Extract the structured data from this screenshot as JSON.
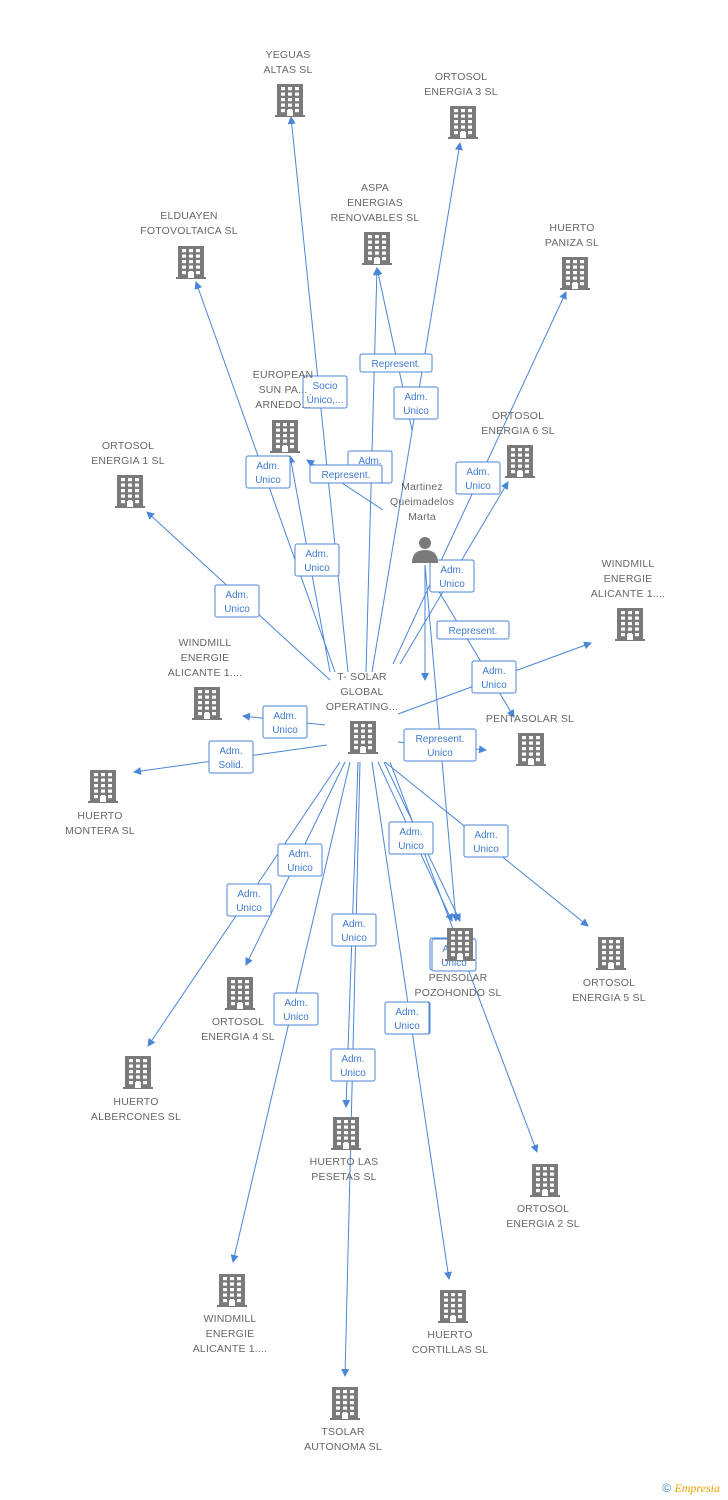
{
  "nodes": [
    {
      "id": "yeguas",
      "type": "company",
      "label": [
        "YEGUAS",
        "ALTAS SL"
      ]
    },
    {
      "id": "ortosol3",
      "type": "company",
      "label": [
        "ORTOSOL",
        "ENERGIA 3 SL"
      ]
    },
    {
      "id": "aspa",
      "type": "company",
      "label": [
        "ASPA",
        "ENERGIAS",
        "RENOVABLES SL"
      ]
    },
    {
      "id": "elduayen",
      "type": "company",
      "label": [
        "ELDUAYEN",
        "FOTOVOLTAICA SL"
      ]
    },
    {
      "id": "huerto_paniza",
      "type": "company",
      "label": [
        "HUERTO",
        "PANIZA SL"
      ]
    },
    {
      "id": "european",
      "type": "company",
      "label": [
        "EUROPEAN",
        "SUN PA...",
        "ARNEDO..."
      ]
    },
    {
      "id": "ortosol6",
      "type": "company",
      "label": [
        "ORTOSOL",
        "ENERGIA 6 SL"
      ]
    },
    {
      "id": "ortosol1",
      "type": "company",
      "label": [
        "ORTOSOL",
        "ENERGIA 1 SL"
      ]
    },
    {
      "id": "martinez",
      "type": "person",
      "label": [
        "Martinez",
        "Queimadelos",
        "Marta"
      ]
    },
    {
      "id": "windmill_r",
      "type": "company",
      "label": [
        "WINDMILL",
        "ENERGIE",
        "ALICANTE 1...."
      ]
    },
    {
      "id": "windmill_l",
      "type": "company",
      "label": [
        "WINDMILL",
        "ENERGIE",
        "ALICANTE 1...."
      ]
    },
    {
      "id": "tsolar",
      "type": "company",
      "label": [
        "T- SOLAR",
        "GLOBAL",
        "OPERATING..."
      ]
    },
    {
      "id": "pentasolar",
      "type": "company",
      "label": [
        "PENTASOLAR SL"
      ]
    },
    {
      "id": "huerto_montera",
      "type": "company",
      "label": [
        "HUERTO",
        "MONTERA SL"
      ]
    },
    {
      "id": "ortosol5",
      "type": "company",
      "label": [
        "ORTOSOL",
        "ENERGIA 5 SL"
      ]
    },
    {
      "id": "pensolar",
      "type": "company",
      "label": [
        "PENSOLAR",
        "POZOHONDO SL"
      ]
    },
    {
      "id": "ortosol4",
      "type": "company",
      "label": [
        "ORTOSOL",
        "ENERGIA 4 SL"
      ]
    },
    {
      "id": "huerto_albercones",
      "type": "company",
      "label": [
        "HUERTO",
        "ALBERCONES SL"
      ]
    },
    {
      "id": "huerto_pesetas",
      "type": "company",
      "label": [
        "HUERTO LAS",
        "PESETAS SL"
      ]
    },
    {
      "id": "ortosol2",
      "type": "company",
      "label": [
        "ORTOSOL",
        "ENERGIA 2 SL"
      ]
    },
    {
      "id": "windmill_b",
      "type": "company",
      "label": [
        "WINDMILL",
        "ENERGIE",
        "ALICANTE 1...."
      ]
    },
    {
      "id": "huerto_cortillas",
      "type": "company",
      "label": [
        "HUERTO",
        "CORTILLAS SL"
      ]
    },
    {
      "id": "tsolar_autonoma",
      "type": "company",
      "label": [
        "TSOLAR",
        "AUTONOMA  SL"
      ]
    }
  ],
  "edges": [
    {
      "from": "tsolar",
      "to": "yeguas",
      "label": [
        "Socio",
        "Único,..."
      ]
    },
    {
      "from": "tsolar",
      "to": "ortosol3",
      "label": [
        "Adm.",
        "Unico"
      ]
    },
    {
      "from": "tsolar",
      "to": "aspa",
      "label": [
        "Adm.",
        "Unico"
      ]
    },
    {
      "from": "martinez",
      "to": "aspa",
      "label": [
        "Represent."
      ]
    },
    {
      "from": "tsolar",
      "to": "elduayen",
      "label": [
        "Adm.",
        "Unico"
      ]
    },
    {
      "from": "tsolar",
      "to": "huerto_paniza",
      "label": [
        "Adm.",
        "Unico"
      ]
    },
    {
      "from": "tsolar",
      "to": "european",
      "label": [
        "Adm.",
        "Unico"
      ]
    },
    {
      "from": "martinez",
      "to": "european",
      "label": [
        "Represent."
      ]
    },
    {
      "from": "tsolar",
      "to": "ortosol6",
      "label": [
        "Adm.",
        "Unico"
      ]
    },
    {
      "from": "tsolar",
      "to": "ortosol1",
      "label": [
        "Adm.",
        "Unico"
      ]
    },
    {
      "from": "martinez",
      "to": "pentasolar",
      "label": [
        "Represent."
      ]
    },
    {
      "from": "tsolar",
      "to": "windmill_r",
      "label": [
        "Adm.",
        "Unico"
      ]
    },
    {
      "from": "tsolar",
      "to": "windmill_l",
      "label": [
        "Adm.",
        "Unico"
      ]
    },
    {
      "from": "tsolar",
      "to": "pentasolar",
      "label": [
        "Represent.",
        "Unico"
      ]
    },
    {
      "from": "tsolar",
      "to": "huerto_montera",
      "label": [
        "Adm.",
        "Solid."
      ]
    },
    {
      "from": "tsolar",
      "to": "ortosol5",
      "label": [
        "Adm.",
        "Unico"
      ]
    },
    {
      "from": "tsolar",
      "to": "pensolar",
      "label": [
        "Adm.",
        "Unico"
      ]
    },
    {
      "from": "martinez",
      "to": "pensolar",
      "label": [
        "Adm.",
        "Unico"
      ]
    },
    {
      "from": "tsolar",
      "to": "ortosol4",
      "label": [
        "Adm.",
        "Unico"
      ]
    },
    {
      "from": "tsolar",
      "to": "huerto_albercones",
      "label": [
        "Adm.",
        "Unico"
      ]
    },
    {
      "from": "tsolar",
      "to": "huerto_pesetas",
      "label": [
        "Adm.",
        "Unico"
      ]
    },
    {
      "from": "tsolar",
      "to": "tsolar_autonoma",
      "label": [
        "Adm.",
        "Unico"
      ]
    },
    {
      "from": "tsolar",
      "to": "ortosol2",
      "label": [
        "Adm.",
        "Unico"
      ]
    },
    {
      "from": "tsolar",
      "to": "windmill_b",
      "label": [
        "Adm.",
        "Unico"
      ]
    },
    {
      "from": "tsolar",
      "to": "huerto_cortillas",
      "label": [
        "Adm.",
        "Unico"
      ]
    },
    {
      "from": "tsolar",
      "to": "pensolar",
      "label": [
        "Adm.",
        "Unico"
      ]
    },
    {
      "from": "martinez",
      "to": "tsolar",
      "label": [
        "Adm.",
        "Unico"
      ]
    }
  ],
  "footer": {
    "copyright": "©",
    "brand": "Empresia"
  },
  "colors": {
    "edge": "#4a86d8",
    "icon": "#7a7a7a",
    "label": "#666666"
  }
}
